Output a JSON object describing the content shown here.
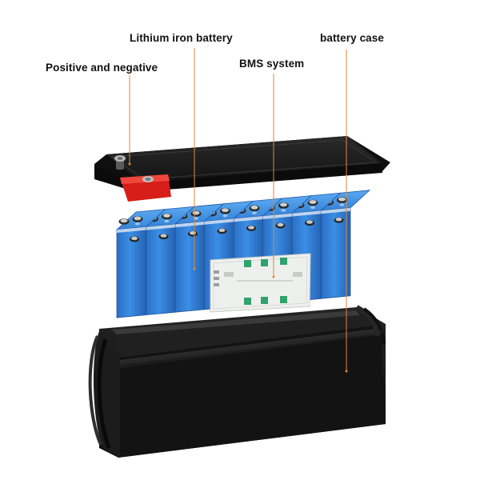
{
  "labels": {
    "positive_negative": "Positive and negative",
    "lithium_iron_battery": "Lithium iron battery",
    "bms_system": "BMS system",
    "battery_case": "battery case"
  },
  "colors": {
    "leader_line": "#d98a3a",
    "cell_blue": "#2f7fd6",
    "lid": "#1b1b1b",
    "case": "#161616",
    "positive_terminal": "#e2231a",
    "bms_board": "#eef0ee",
    "bms_chip": "#2fa36b"
  }
}
